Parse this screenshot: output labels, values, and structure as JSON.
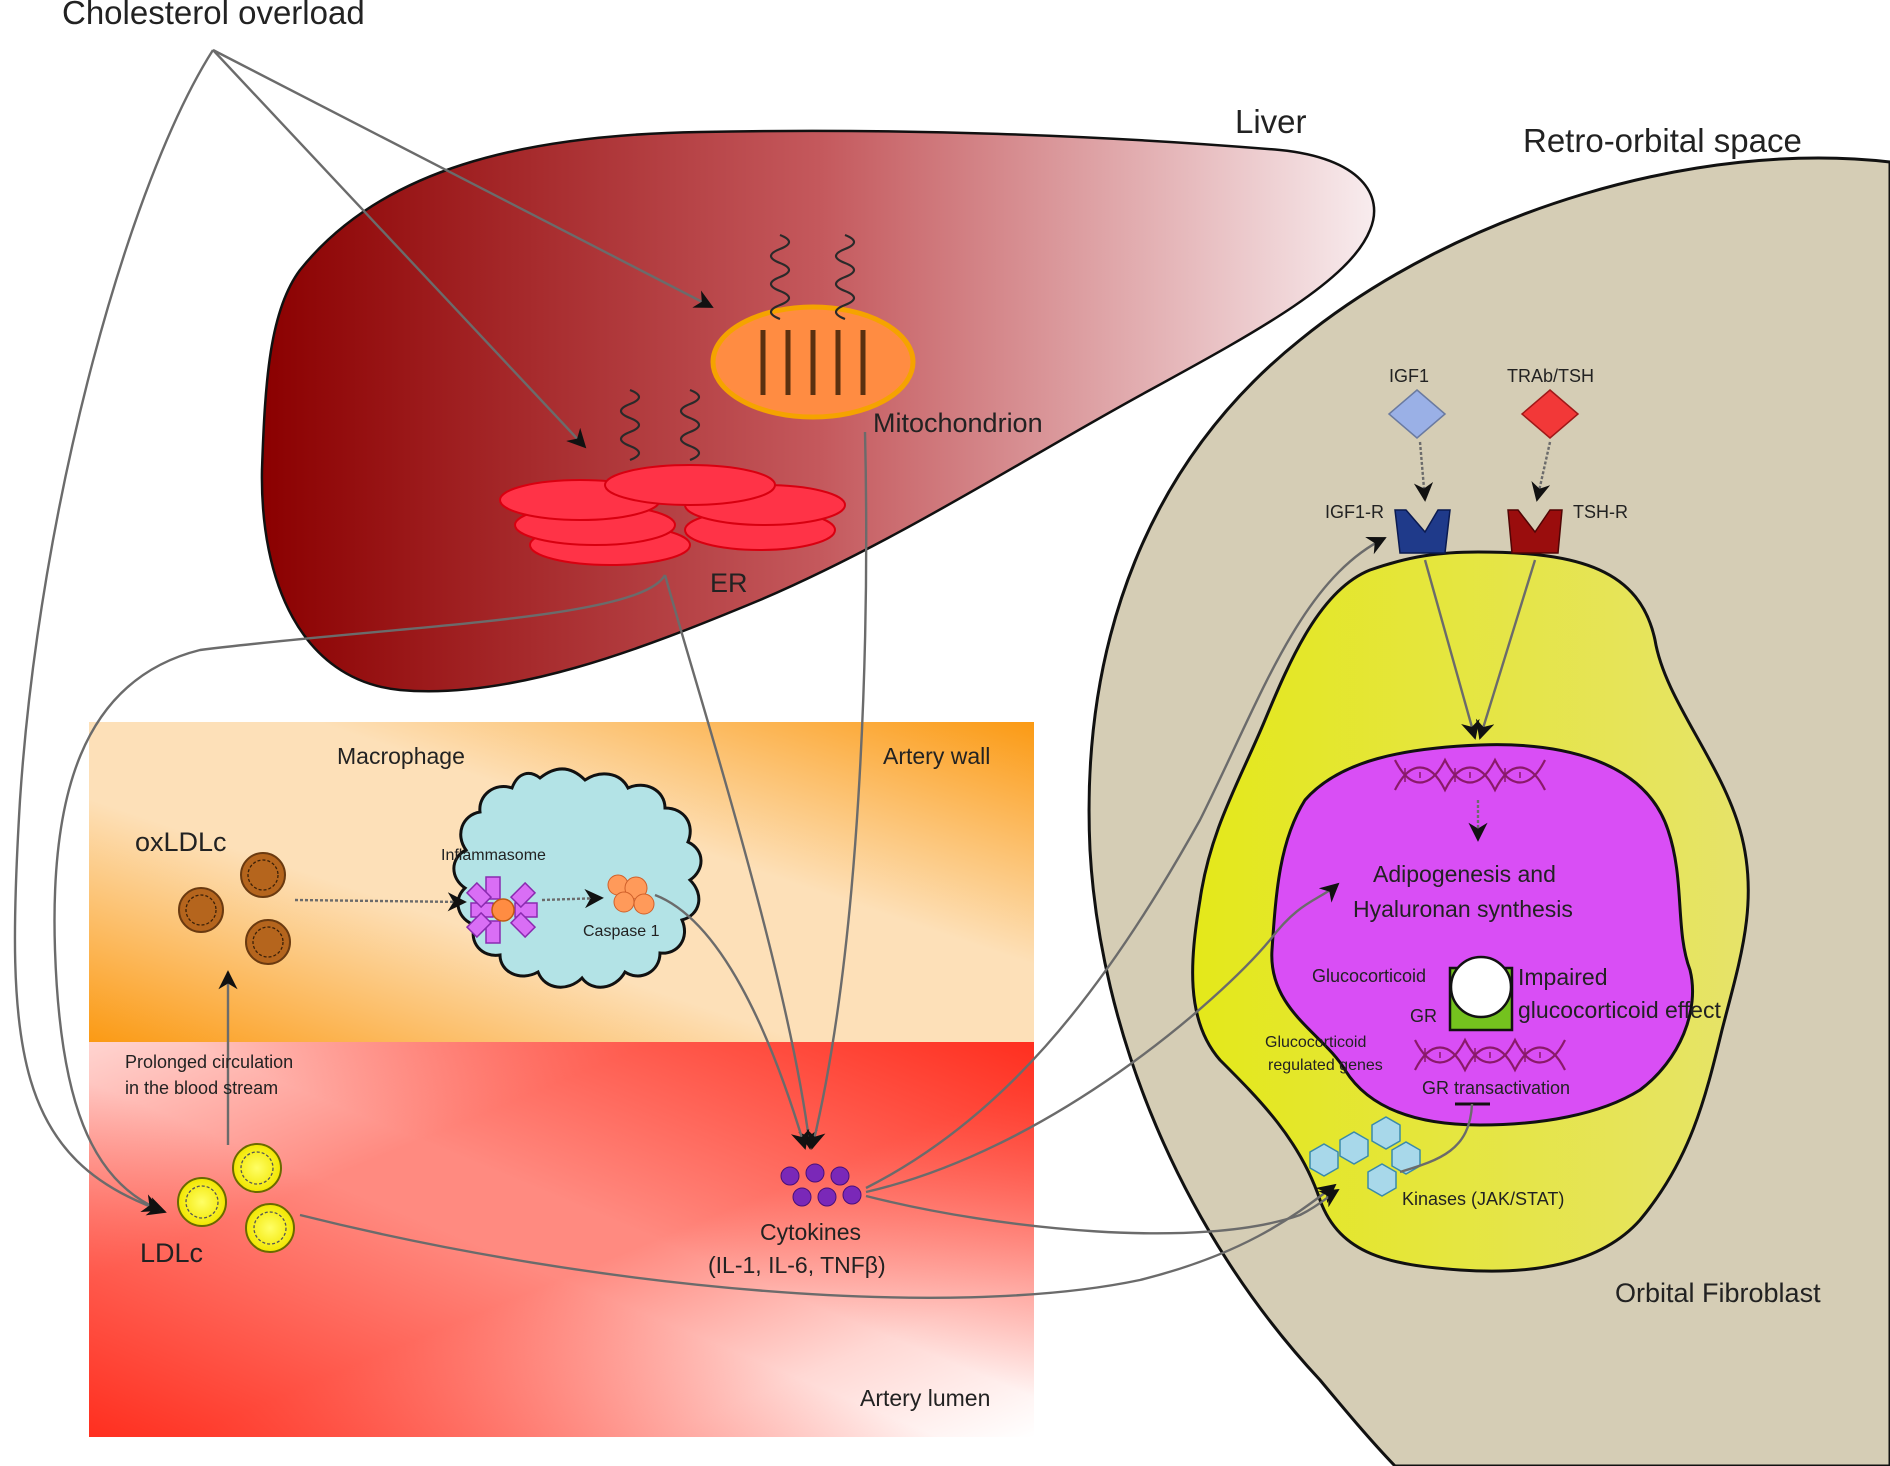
{
  "labels": {
    "cholesterol_overload": "Cholesterol overload",
    "liver": "Liver",
    "retro_orbital": "Retro-orbital space",
    "mitochondrion": "Mitochondrion",
    "er": "ER",
    "macrophage": "Macrophage",
    "artery_wall": "Artery wall",
    "oxldlc": "oxLDLc",
    "inflammasome": "Inflammasome",
    "caspase1": "Caspase 1",
    "prolonged_line1": "Prolonged circulation",
    "prolonged_line2": "in the blood stream",
    "ldlc": "LDLc",
    "cytokines_line1": "Cytokines",
    "cytokines_line2": "(IL-1, IL-6, TNFβ)",
    "artery_lumen": "Artery lumen",
    "igf1": "IGF1",
    "trab_tsh": "TRAb/TSH",
    "igf1r": "IGF1-R",
    "tshr": "TSH-R",
    "adipogenesis_line1": "Adipogenesis and",
    "adipogenesis_line2": "Hyaluronan synthesis",
    "glucocorticoid": "Glucocorticoid",
    "gr": "GR",
    "impaired_line1": "Impaired",
    "impaired_line2": "glucocorticoid effect",
    "gc_genes_line1": "Glucocorticoid",
    "gc_genes_line2": "regulated genes",
    "gr_transactivation": "GR transactivation",
    "kinases": "Kinases (JAK/STAT)",
    "orbital_fibroblast": "Orbital Fibroblast"
  },
  "colors": {
    "liver_dark": "#8b0000",
    "liver_light": "#f5e6e8",
    "mitochondrion": "#ff8c42",
    "mitochondrion_border": "#f5a300",
    "er": "#ff3347",
    "artery_wall": "#fba01e",
    "artery_lumen": "#ff2a1a",
    "macrophage": "#b3e3e6",
    "oxldlc": "#b5651d",
    "ldlc": "#ffff22",
    "cytokine": "#7a28b8",
    "retro_orbital": "#d5cdb5",
    "fibroblast": "#e8ea2a",
    "nucleus": "#d94ef5",
    "igf1": "#9ab0e6",
    "trab_tsh": "#f23838",
    "igf1r": "#1f3a8a",
    "tshr": "#9a0d0d",
    "gr": "#74c21e",
    "kinase": "#a8d8ea"
  }
}
